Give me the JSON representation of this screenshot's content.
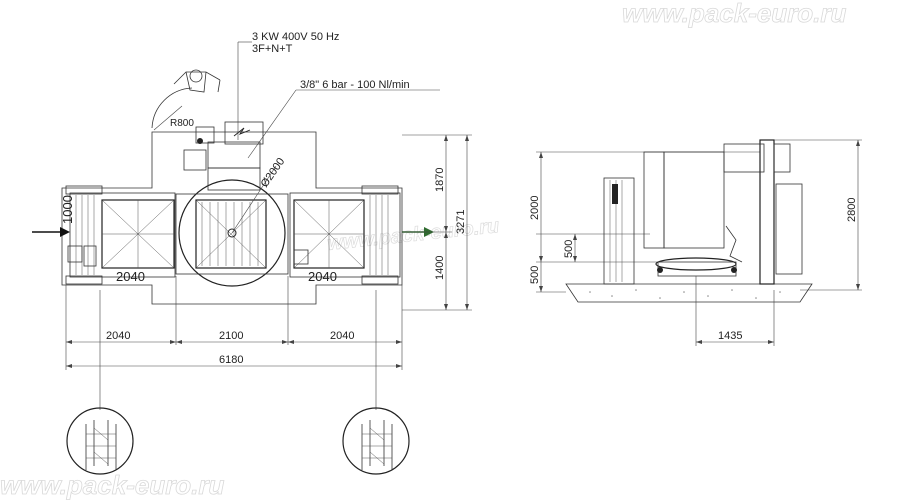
{
  "watermarks": {
    "top_right": "www.pack-euro.ru",
    "bottom_left": "www.pack-euro.ru",
    "center": "www.pack-euro.ru"
  },
  "annotations": {
    "power": "3 KW 400V 50 Hz",
    "phase": "3F+N+T",
    "air": "3/8\" 6 bar - 100 Nl/min",
    "radius": "R800",
    "diameter": "Ø2000"
  },
  "plan_view": {
    "dim_conveyor_height": "1000",
    "dim_section_left": "2040",
    "dim_section_right": "2040",
    "dim_bottom_left": "2040",
    "dim_bottom_center": "2100",
    "dim_bottom_right": "2040",
    "dim_total_length": "6180",
    "dim_upper_vertical": "1870",
    "dim_lower_vertical": "1400",
    "dim_total_vertical": "3271"
  },
  "side_view": {
    "dim_pallet_height": "2000",
    "dim_conveyor_level": "500",
    "dim_turntable_level": "500",
    "dim_machine_height": "2800",
    "dim_base_width": "1435"
  },
  "colors": {
    "line": "#333333",
    "arrow_in": "#111111",
    "arrow_out": "#2f6b2f",
    "watermark": "#d9d9d9"
  }
}
